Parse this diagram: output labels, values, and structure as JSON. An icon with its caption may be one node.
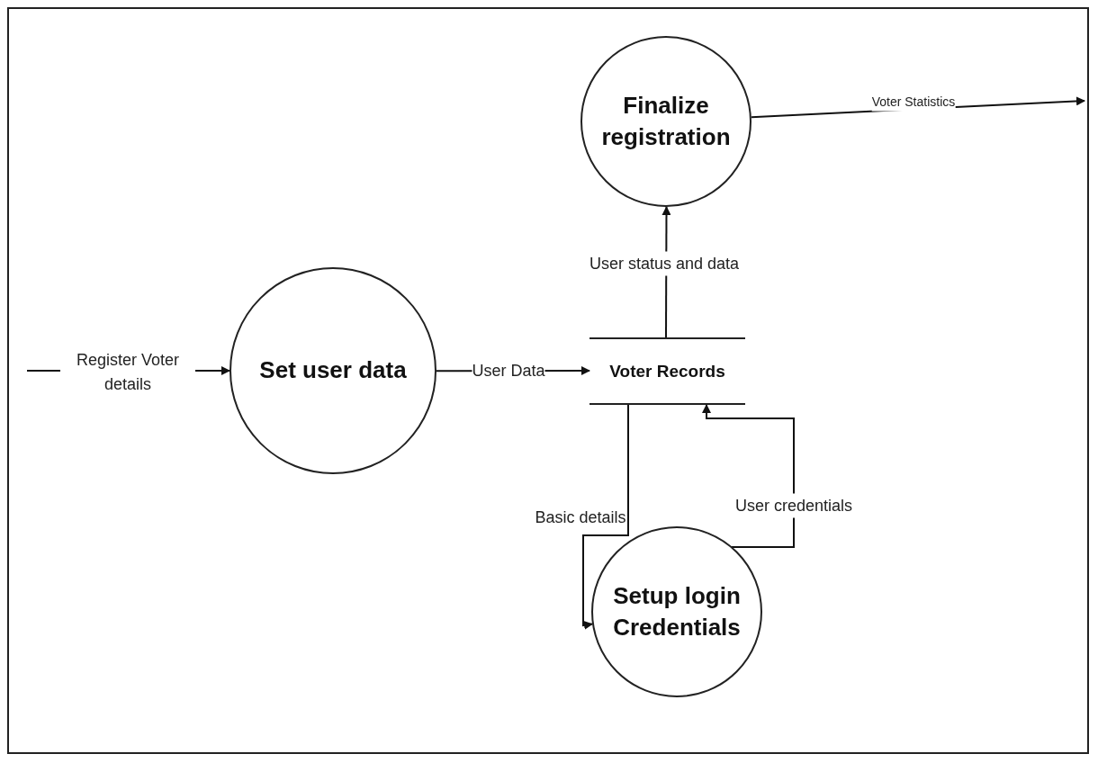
{
  "diagram": {
    "nodes": [
      {
        "text": [
          "Finalize registration"
        ]
      },
      {
        "text": [
          "Set user data"
        ]
      },
      {
        "text": [
          "Voter Records"
        ]
      },
      {
        "text": [
          "Setup login Credentials"
        ]
      }
    ],
    "edges": [
      {
        "from": null,
        "to": 1,
        "arrow": "to",
        "label": "Register Voter details"
      },
      {
        "from": 1,
        "to": 2,
        "arrow": "to",
        "label": "User Data"
      },
      {
        "from": 2,
        "to": 0,
        "arrow": "to",
        "label": "User status and data"
      },
      {
        "from": 0,
        "to": null,
        "arrow": "to",
        "label": "Voter Statistics"
      },
      {
        "from": 2,
        "to": 3,
        "arrow": "to",
        "label": "Basic details"
      },
      {
        "from": 3,
        "to": 2,
        "arrow": "to",
        "label": "User credentials"
      }
    ]
  }
}
